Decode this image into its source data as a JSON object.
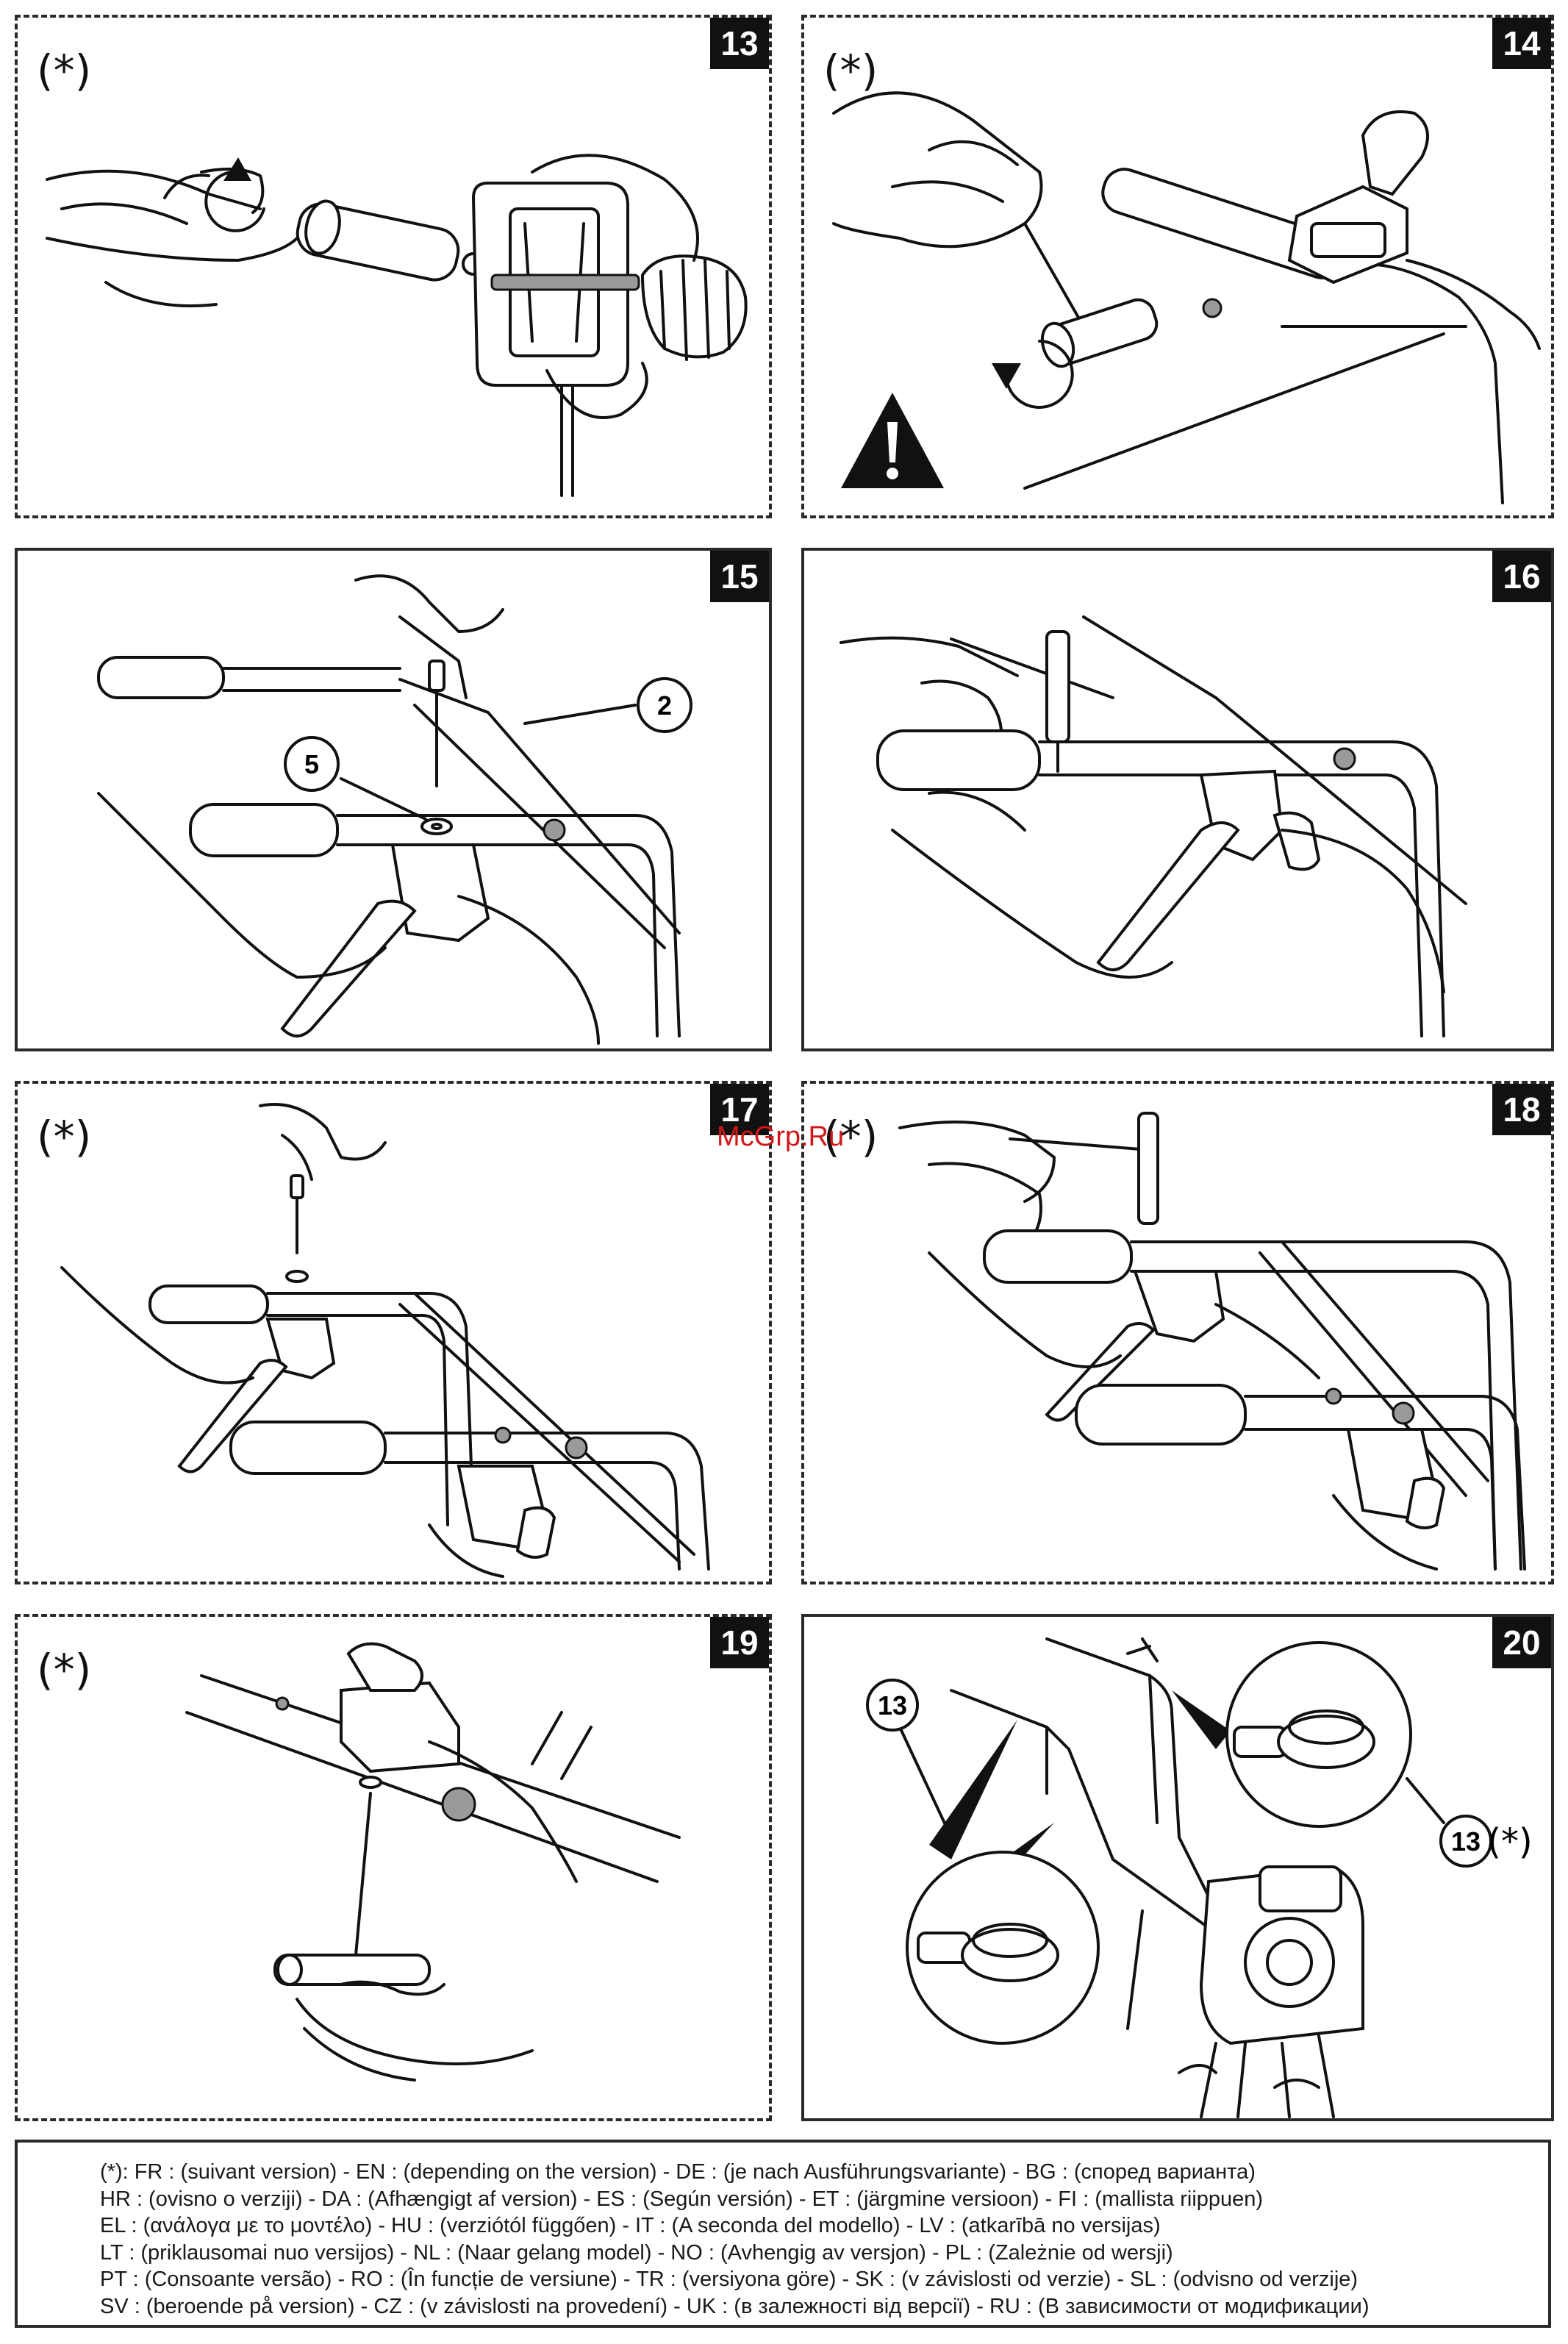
{
  "panels": [
    {
      "id": "13",
      "number": "13",
      "star": "(*)"
    },
    {
      "id": "14",
      "number": "14",
      "star": "(*)"
    },
    {
      "id": "15",
      "number": "15",
      "star": "",
      "callouts": [
        "2",
        "5"
      ]
    },
    {
      "id": "16",
      "number": "16",
      "star": ""
    },
    {
      "id": "17",
      "number": "17",
      "star": "(*)"
    },
    {
      "id": "18",
      "number": "18",
      "star": "(*)"
    },
    {
      "id": "19",
      "number": "19",
      "star": "(*)"
    },
    {
      "id": "20",
      "number": "20",
      "star": "",
      "callouts": [
        "13",
        "13"
      ],
      "callout_star": "(*)"
    }
  ],
  "watermark": "McGrp.Ru",
  "legend": [
    "(*): FR : (suivant version) - EN : (depending on the version) - DE : (je nach Ausführungsvariante) - BG : (според варианта)",
    "HR : (ovisno o verziji) - DA : (Afhængigt af version) - ES : (Según versión) - ET : (järgmine versioon) - FI : (mallista riippuen)",
    "EL : (ανάλογα με το μοντέλο) - HU : (verziótól függően) - IT : (A seconda del modello) - LV : (atkarībā no versijas)",
    "LT : (priklausomai nuo versijos) - NL : (Naar gelang model) - NO : (Avhengig av versjon) - PL : (Zależnie od wersji)",
    "PT : (Consoante versão) - RO : (În funcție de versiune) - TR : (versiyona göre) - SK : (v závislosti od verzie) - SL : (odvisno od verzije)",
    "SV : (beroende på version) - CZ : (v závislosti na provedení) - UK : (в залежності від версії) - RU : (В зависимости от модификации)"
  ]
}
